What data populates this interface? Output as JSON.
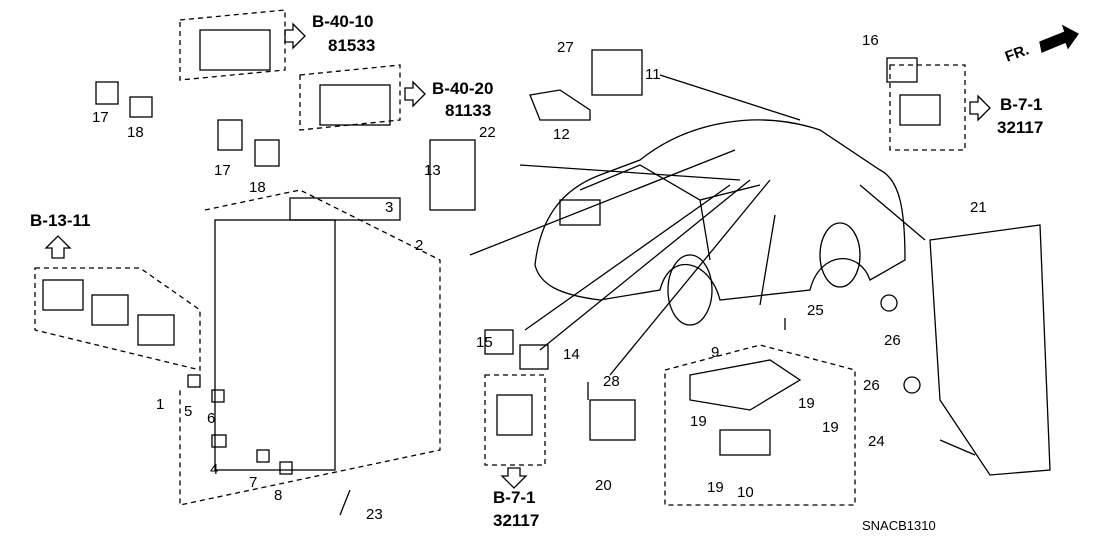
{
  "diagram_code": "SNACB1310",
  "front_marker": "FR.",
  "references": [
    {
      "ref": "B-40-10",
      "part": "81533"
    },
    {
      "ref": "B-40-20",
      "part": "81133"
    },
    {
      "ref": "B-13-11"
    },
    {
      "ref": "B-7-1",
      "part": "32117"
    },
    {
      "ref": "B-7-1",
      "part": "32117"
    }
  ],
  "callouts": [
    "27",
    "11",
    "12",
    "16",
    "17",
    "18",
    "17",
    "18",
    "22",
    "13",
    "3",
    "2",
    "21",
    "25",
    "26",
    "26",
    "15",
    "14",
    "9",
    "28",
    "19",
    "19",
    "19",
    "19",
    "10",
    "20",
    "24",
    "1",
    "5",
    "6",
    "4",
    "7",
    "8",
    "23"
  ]
}
